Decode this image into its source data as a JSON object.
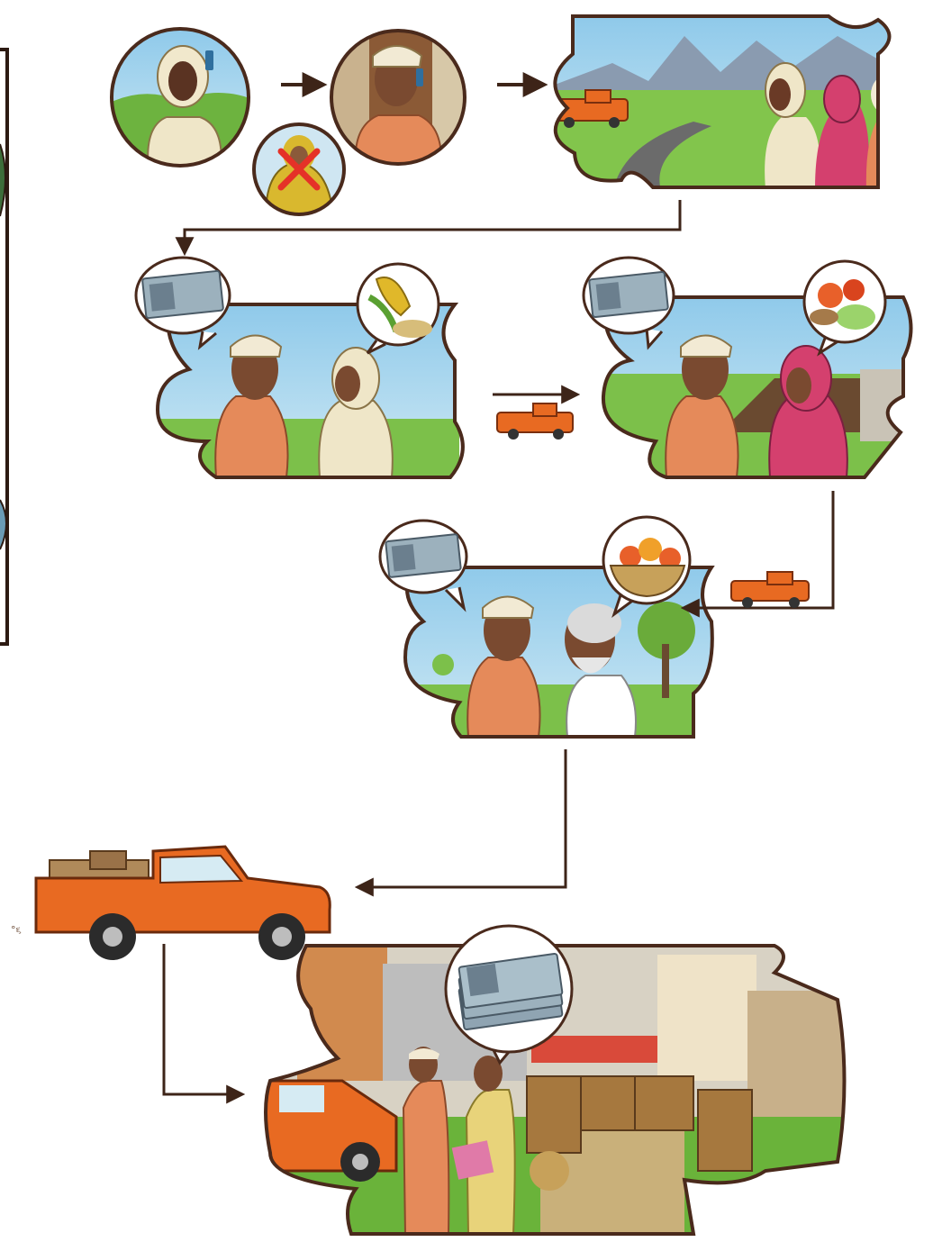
{
  "diagram": {
    "type": "illustrated-flow",
    "stages": [
      {
        "id": "phone-call",
        "label": ""
      },
      {
        "id": "farm-road",
        "label": ""
      },
      {
        "id": "buy-maize",
        "label": ""
      },
      {
        "id": "buy-vegetables",
        "label": ""
      },
      {
        "id": "buy-fruit",
        "label": ""
      },
      {
        "id": "truck-transport",
        "label": ""
      },
      {
        "id": "market-sale",
        "label": ""
      }
    ],
    "connections": [
      {
        "from": "phone-call",
        "to": "phone-call-2"
      },
      {
        "from": "phone-call-2",
        "to": "farm-road"
      },
      {
        "from": "farm-road",
        "to": "buy-maize"
      },
      {
        "from": "buy-maize",
        "to": "buy-vegetables"
      },
      {
        "from": "buy-vegetables",
        "to": "buy-fruit"
      },
      {
        "from": "buy-fruit",
        "to": "truck-transport"
      },
      {
        "from": "truck-transport",
        "to": "market-sale"
      }
    ],
    "truck_mark": "°૬"
  },
  "colors": {
    "outline": "#4a2a1c",
    "arrow": "#3d2418",
    "sky": "#a9d6ee",
    "grass": "#7cc04a",
    "truck": "#e86a22",
    "robe": "#efe6c8",
    "pink": "#d4406e",
    "money": "#9cb1bd"
  }
}
